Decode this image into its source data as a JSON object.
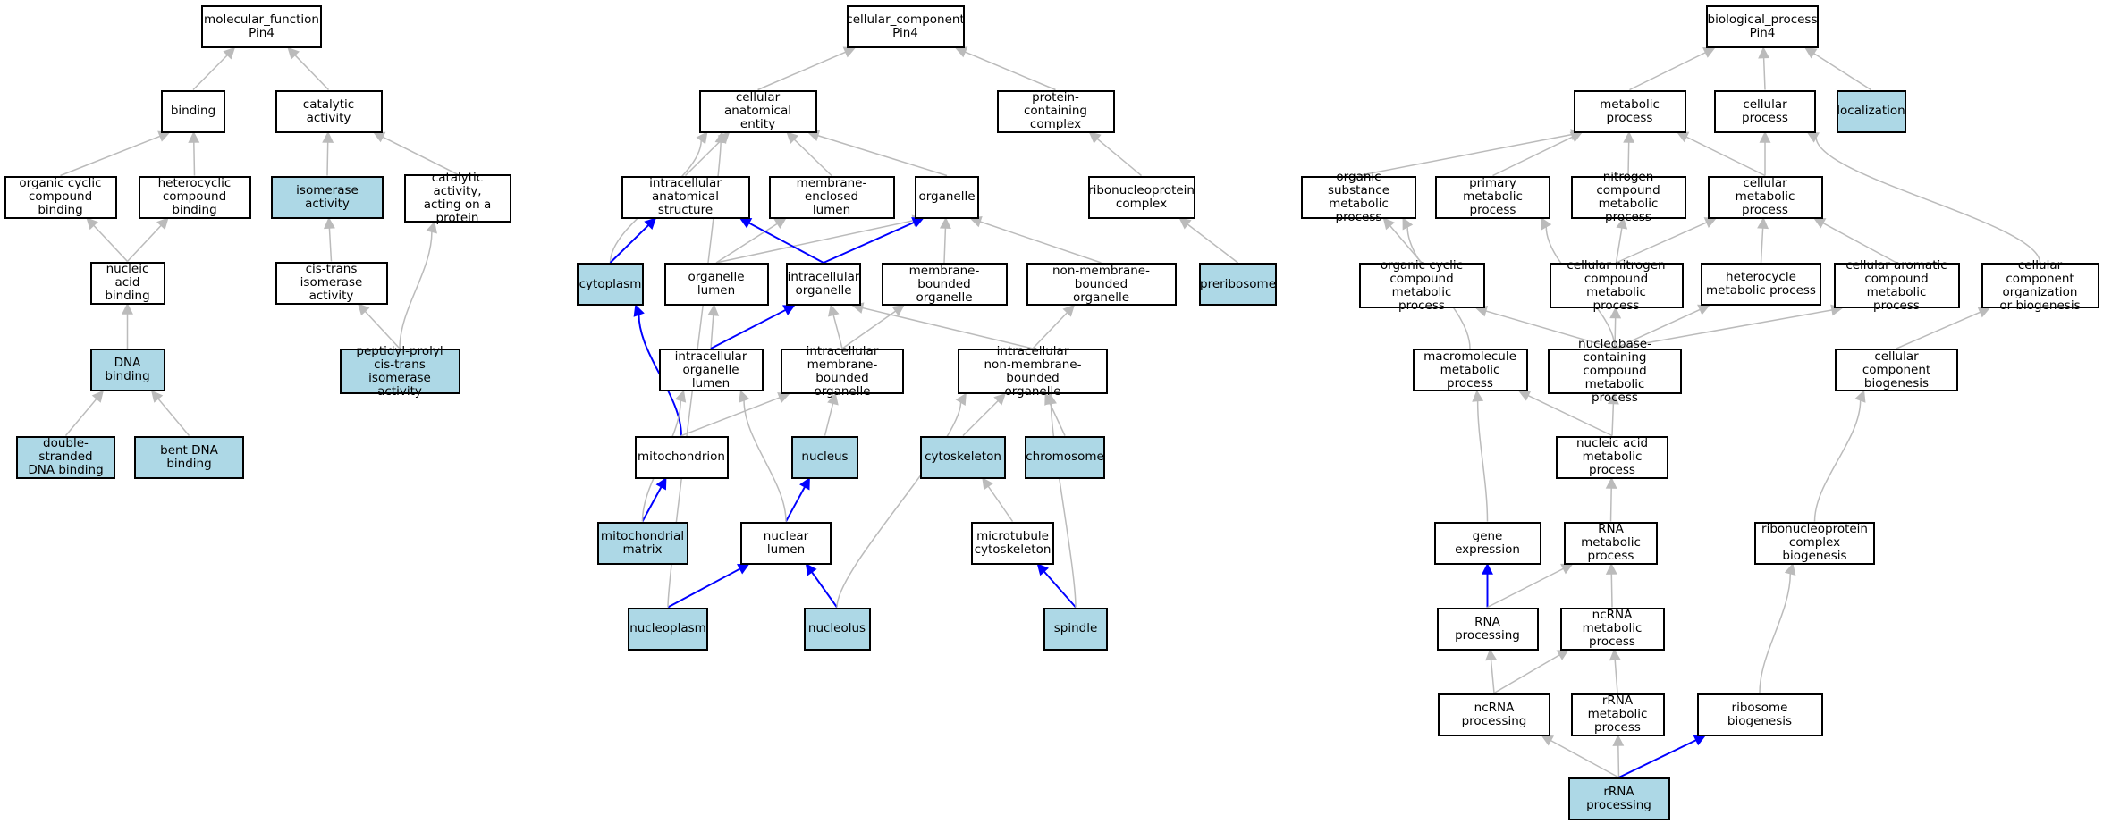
{
  "colors": {
    "highlight_fill": "#add8e6",
    "node_fill": "#ffffff",
    "border": "#000000",
    "edge_default": "#bbbbbb",
    "edge_path": "#0000ff"
  },
  "nodes": {
    "mf_root": {
      "label": "molecular_function\nPin4",
      "highlighted": false
    },
    "binding": {
      "label": "binding",
      "highlighted": false
    },
    "catalytic": {
      "label": "catalytic activity",
      "highlighted": false
    },
    "org_cyc_bind": {
      "label": "organic cyclic\ncompound binding",
      "highlighted": false
    },
    "het_bind": {
      "label": "heterocyclic\ncompound binding",
      "highlighted": false
    },
    "isomerase": {
      "label": "isomerase activity",
      "highlighted": true
    },
    "cat_protein": {
      "label": "catalytic activity,\nacting on a\nprotein",
      "highlighted": false
    },
    "na_bind": {
      "label": "nucleic acid\nbinding",
      "highlighted": false
    },
    "cistrans": {
      "label": "cis-trans isomerase\nactivity",
      "highlighted": false
    },
    "dna_bind": {
      "label": "DNA binding",
      "highlighted": true
    },
    "ppiase": {
      "label": "peptidyl-prolyl\ncis-trans isomerase\nactivity",
      "highlighted": true
    },
    "ds_dna": {
      "label": "double-stranded\nDNA binding",
      "highlighted": true
    },
    "bent_dna": {
      "label": "bent DNA binding",
      "highlighted": true
    },
    "cc_root": {
      "label": "cellular_component\nPin4",
      "highlighted": false
    },
    "cae": {
      "label": "cellular anatomical\nentity",
      "highlighted": false
    },
    "pcc": {
      "label": "protein-containing\ncomplex",
      "highlighted": false
    },
    "ias": {
      "label": "intracellular\nanatomical structure",
      "highlighted": false
    },
    "mel": {
      "label": "membrane-enclosed\nlumen",
      "highlighted": false
    },
    "organelle": {
      "label": "organelle",
      "highlighted": false
    },
    "rnp_complex": {
      "label": "ribonucleoprotein\ncomplex",
      "highlighted": false
    },
    "cytoplasm": {
      "label": "cytoplasm",
      "highlighted": true
    },
    "org_lumen": {
      "label": "organelle lumen",
      "highlighted": false
    },
    "intra_org": {
      "label": "intracellular\norganelle",
      "highlighted": false
    },
    "mbo": {
      "label": "membrane-bounded\norganelle",
      "highlighted": false
    },
    "nmbo": {
      "label": "non-membrane-bounded\norganelle",
      "highlighted": false
    },
    "preribosome": {
      "label": "preribosome",
      "highlighted": true
    },
    "iol": {
      "label": "intracellular\norganelle lumen",
      "highlighted": false
    },
    "imbo": {
      "label": "intracellular\nmembrane-bounded\norganelle",
      "highlighted": false
    },
    "inmbo": {
      "label": "intracellular\nnon-membrane-bounded\norganelle",
      "highlighted": false
    },
    "mitochondrion": {
      "label": "mitochondrion",
      "highlighted": false
    },
    "nucleus": {
      "label": "nucleus",
      "highlighted": true
    },
    "cytoskeleton": {
      "label": "cytoskeleton",
      "highlighted": true
    },
    "chromosome": {
      "label": "chromosome",
      "highlighted": true
    },
    "mito_matrix": {
      "label": "mitochondrial\nmatrix",
      "highlighted": true
    },
    "nuc_lumen": {
      "label": "nuclear lumen",
      "highlighted": false
    },
    "mt_cyto": {
      "label": "microtubule\ncytoskeleton",
      "highlighted": false
    },
    "nucleoplasm": {
      "label": "nucleoplasm",
      "highlighted": true
    },
    "nucleolus": {
      "label": "nucleolus",
      "highlighted": true
    },
    "spindle": {
      "label": "spindle",
      "highlighted": true
    },
    "bp_root": {
      "label": "biological_process\nPin4",
      "highlighted": false
    },
    "metab": {
      "label": "metabolic process",
      "highlighted": false
    },
    "cell_proc": {
      "label": "cellular process",
      "highlighted": false
    },
    "localization": {
      "label": "localization",
      "highlighted": true
    },
    "osmp": {
      "label": "organic substance\nmetabolic process",
      "highlighted": false
    },
    "pmp": {
      "label": "primary metabolic\nprocess",
      "highlighted": false
    },
    "ncmp": {
      "label": "nitrogen compound\nmetabolic process",
      "highlighted": false
    },
    "cmp": {
      "label": "cellular metabolic\nprocess",
      "highlighted": false
    },
    "occmp": {
      "label": "organic cyclic\ncompound metabolic\nprocess",
      "highlighted": false
    },
    "cncmp": {
      "label": "cellular nitrogen\ncompound metabolic\nprocess",
      "highlighted": false
    },
    "hmp": {
      "label": "heterocycle\nmetabolic process",
      "highlighted": false
    },
    "cacmp": {
      "label": "cellular aromatic\ncompound metabolic\nprocess",
      "highlighted": false
    },
    "ccob": {
      "label": "cellular component\norganization\nor biogenesis",
      "highlighted": false
    },
    "mmp": {
      "label": "macromolecule\nmetabolic process",
      "highlighted": false
    },
    "nbccmp": {
      "label": "nucleobase-containing\ncompound metabolic\nprocess",
      "highlighted": false
    },
    "ccb": {
      "label": "cellular component\nbiogenesis",
      "highlighted": false
    },
    "namp": {
      "label": "nucleic acid\nmetabolic process",
      "highlighted": false
    },
    "gene_expr": {
      "label": "gene expression",
      "highlighted": false
    },
    "rnamp": {
      "label": "RNA metabolic\nprocess",
      "highlighted": false
    },
    "rnpcb": {
      "label": "ribonucleoprotein\ncomplex biogenesis",
      "highlighted": false
    },
    "rna_proc": {
      "label": "RNA processing",
      "highlighted": false
    },
    "ncrnamp": {
      "label": "ncRNA metabolic\nprocess",
      "highlighted": false
    },
    "ncrna_proc": {
      "label": "ncRNA processing",
      "highlighted": false
    },
    "rrnamp": {
      "label": "rRNA metabolic\nprocess",
      "highlighted": false
    },
    "ribo_bio": {
      "label": "ribosome biogenesis",
      "highlighted": false
    },
    "rrna_proc": {
      "label": "rRNA processing",
      "highlighted": true
    }
  },
  "edges": [
    {
      "from": "binding",
      "to": "mf_root",
      "path": false
    },
    {
      "from": "catalytic",
      "to": "mf_root",
      "path": false
    },
    {
      "from": "org_cyc_bind",
      "to": "binding",
      "path": false
    },
    {
      "from": "het_bind",
      "to": "binding",
      "path": false
    },
    {
      "from": "isomerase",
      "to": "catalytic",
      "path": false
    },
    {
      "from": "cat_protein",
      "to": "catalytic",
      "path": false
    },
    {
      "from": "na_bind",
      "to": "org_cyc_bind",
      "path": false
    },
    {
      "from": "na_bind",
      "to": "het_bind",
      "path": false
    },
    {
      "from": "cistrans",
      "to": "isomerase",
      "path": false
    },
    {
      "from": "dna_bind",
      "to": "na_bind",
      "path": false
    },
    {
      "from": "ppiase",
      "to": "cistrans",
      "path": false
    },
    {
      "from": "ppiase",
      "to": "cat_protein",
      "path": false
    },
    {
      "from": "ds_dna",
      "to": "dna_bind",
      "path": false
    },
    {
      "from": "bent_dna",
      "to": "dna_bind",
      "path": false
    },
    {
      "from": "cae",
      "to": "cc_root",
      "path": false
    },
    {
      "from": "pcc",
      "to": "cc_root",
      "path": false
    },
    {
      "from": "ias",
      "to": "cae",
      "path": false
    },
    {
      "from": "mel",
      "to": "cae",
      "path": false
    },
    {
      "from": "organelle",
      "to": "cae",
      "path": false
    },
    {
      "from": "rnp_complex",
      "to": "pcc",
      "path": false
    },
    {
      "from": "cytoplasm",
      "to": "cae",
      "path": false
    },
    {
      "from": "cytoplasm",
      "to": "ias",
      "path": true
    },
    {
      "from": "org_lumen",
      "to": "mel",
      "path": false
    },
    {
      "from": "org_lumen",
      "to": "organelle",
      "path": false
    },
    {
      "from": "intra_org",
      "to": "ias",
      "path": true
    },
    {
      "from": "intra_org",
      "to": "organelle",
      "path": true
    },
    {
      "from": "mbo",
      "to": "organelle",
      "path": false
    },
    {
      "from": "nmbo",
      "to": "organelle",
      "path": false
    },
    {
      "from": "preribosome",
      "to": "rnp_complex",
      "path": false
    },
    {
      "from": "iol",
      "to": "org_lumen",
      "path": false
    },
    {
      "from": "iol",
      "to": "intra_org",
      "path": true
    },
    {
      "from": "imbo",
      "to": "intra_org",
      "path": false
    },
    {
      "from": "imbo",
      "to": "mbo",
      "path": false
    },
    {
      "from": "inmbo",
      "to": "intra_org",
      "path": false
    },
    {
      "from": "inmbo",
      "to": "nmbo",
      "path": false
    },
    {
      "from": "mitochondrion",
      "to": "cytoplasm",
      "path": true
    },
    {
      "from": "mitochondrion",
      "to": "imbo",
      "path": false
    },
    {
      "from": "nucleus",
      "to": "imbo",
      "path": false
    },
    {
      "from": "cytoskeleton",
      "to": "inmbo",
      "path": false
    },
    {
      "from": "chromosome",
      "to": "inmbo",
      "path": false
    },
    {
      "from": "mito_matrix",
      "to": "mitochondrion",
      "path": true
    },
    {
      "from": "mito_matrix",
      "to": "iol",
      "path": false
    },
    {
      "from": "nuc_lumen",
      "to": "nucleus",
      "path": true
    },
    {
      "from": "nuc_lumen",
      "to": "iol",
      "path": false
    },
    {
      "from": "mt_cyto",
      "to": "cytoskeleton",
      "path": false
    },
    {
      "from": "nucleoplasm",
      "to": "nuc_lumen",
      "path": true
    },
    {
      "from": "nucleoplasm",
      "to": "cae",
      "path": false
    },
    {
      "from": "nucleolus",
      "to": "nuc_lumen",
      "path": true
    },
    {
      "from": "nucleolus",
      "to": "inmbo",
      "path": false
    },
    {
      "from": "spindle",
      "to": "mt_cyto",
      "path": true
    },
    {
      "from": "spindle",
      "to": "inmbo",
      "path": false
    },
    {
      "from": "metab",
      "to": "bp_root",
      "path": false
    },
    {
      "from": "cell_proc",
      "to": "bp_root",
      "path": false
    },
    {
      "from": "localization",
      "to": "bp_root",
      "path": false
    },
    {
      "from": "osmp",
      "to": "metab",
      "path": false
    },
    {
      "from": "pmp",
      "to": "metab",
      "path": false
    },
    {
      "from": "ncmp",
      "to": "metab",
      "path": false
    },
    {
      "from": "cmp",
      "to": "metab",
      "path": false
    },
    {
      "from": "cmp",
      "to": "cell_proc",
      "path": false
    },
    {
      "from": "ccob",
      "to": "cell_proc",
      "path": false
    },
    {
      "from": "occmp",
      "to": "osmp",
      "path": false
    },
    {
      "from": "cncmp",
      "to": "ncmp",
      "path": false
    },
    {
      "from": "cncmp",
      "to": "cmp",
      "path": false
    },
    {
      "from": "hmp",
      "to": "cmp",
      "path": false
    },
    {
      "from": "cacmp",
      "to": "cmp",
      "path": false
    },
    {
      "from": "mmp",
      "to": "osmp",
      "path": false
    },
    {
      "from": "nbccmp",
      "to": "pmp",
      "path": false
    },
    {
      "from": "nbccmp",
      "to": "occmp",
      "path": false
    },
    {
      "from": "nbccmp",
      "to": "cncmp",
      "path": false
    },
    {
      "from": "nbccmp",
      "to": "hmp",
      "path": false
    },
    {
      "from": "nbccmp",
      "to": "cacmp",
      "path": false
    },
    {
      "from": "ccb",
      "to": "ccob",
      "path": false
    },
    {
      "from": "namp",
      "to": "mmp",
      "path": false
    },
    {
      "from": "namp",
      "to": "nbccmp",
      "path": false
    },
    {
      "from": "gene_expr",
      "to": "mmp",
      "path": false
    },
    {
      "from": "rnamp",
      "to": "namp",
      "path": false
    },
    {
      "from": "rnpcb",
      "to": "ccb",
      "path": false
    },
    {
      "from": "rna_proc",
      "to": "gene_expr",
      "path": true
    },
    {
      "from": "rna_proc",
      "to": "rnamp",
      "path": false
    },
    {
      "from": "ncrnamp",
      "to": "rnamp",
      "path": false
    },
    {
      "from": "ncrna_proc",
      "to": "rna_proc",
      "path": false
    },
    {
      "from": "ncrna_proc",
      "to": "ncrnamp",
      "path": false
    },
    {
      "from": "rrnamp",
      "to": "ncrnamp",
      "path": false
    },
    {
      "from": "ribo_bio",
      "to": "rnpcb",
      "path": false
    },
    {
      "from": "rrna_proc",
      "to": "ncrna_proc",
      "path": false
    },
    {
      "from": "rrna_proc",
      "to": "rrnamp",
      "path": false
    },
    {
      "from": "rrna_proc",
      "to": "ribo_bio",
      "path": true
    }
  ]
}
